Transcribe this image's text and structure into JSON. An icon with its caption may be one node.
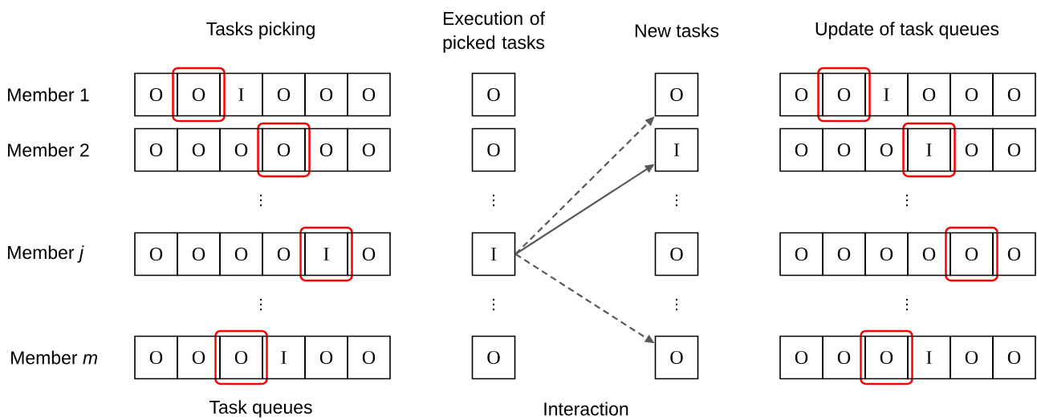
{
  "diagram": {
    "nodes": [
      {
        "text": [
          "O"
        ]
      },
      {
        "text": [
          "O"
        ]
      },
      {
        "text": [
          "I"
        ]
      },
      {
        "text": [
          "O"
        ]
      },
      {
        "text": [
          "O"
        ]
      },
      {
        "text": [
          "O"
        ]
      },
      {
        "text": [
          "O"
        ]
      },
      {
        "text": [
          "O"
        ]
      },
      {
        "text": [
          "O"
        ]
      },
      {
        "text": [
          "O"
        ]
      },
      {
        "text": [
          "I"
        ]
      },
      {
        "text": [
          "O"
        ]
      },
      {
        "text": [
          "O"
        ]
      },
      {
        "text": [
          "O"
        ]
      },
      {
        "text": [
          "O"
        ]
      },
      {
        "text": [
          "O"
        ]
      },
      {
        "text": [
          "O"
        ]
      },
      {
        "text": [
          "O"
        ]
      },
      {
        "text": [
          "O"
        ]
      },
      {
        "text": [
          "O"
        ]
      },
      {
        "text": [
          "O"
        ]
      },
      {
        "text": [
          "I"
        ]
      },
      {
        "text": [
          "O"
        ]
      },
      {
        "text": [
          "O"
        ]
      },
      {
        "text": [
          "O"
        ]
      },
      {
        "text": [
          "I"
        ]
      },
      {
        "text": [
          "O"
        ]
      },
      {
        "text": [
          "O"
        ]
      },
      {
        "text": [
          "O"
        ]
      },
      {
        "text": [
          "O"
        ]
      },
      {
        "text": [
          "O"
        ]
      },
      {
        "text": [
          "O"
        ]
      },
      {
        "text": [
          "I"
        ]
      },
      {
        "text": [
          "O"
        ]
      },
      {
        "text": [
          "I"
        ]
      },
      {
        "text": [
          "O"
        ]
      },
      {
        "text": [
          "O"
        ]
      },
      {
        "text": [
          "O"
        ]
      },
      {
        "text": [
          "O"
        ]
      },
      {
        "text": [
          "O"
        ]
      },
      {
        "text": [
          "O"
        ]
      },
      {
        "text": [
          "O"
        ]
      },
      {
        "text": [
          "O"
        ]
      },
      {
        "text": [
          "O"
        ]
      },
      {
        "text": [
          "O"
        ]
      },
      {
        "text": [
          "I"
        ]
      },
      {
        "text": [
          "O"
        ]
      },
      {
        "text": [
          "O"
        ]
      },
      {
        "text": [
          "O"
        ]
      },
      {
        "text": [
          "O"
        ]
      },
      {
        "text": [
          "O"
        ]
      },
      {
        "text": [
          "O"
        ]
      },
      {
        "text": [
          "O"
        ]
      },
      {
        "text": [
          "I"
        ]
      },
      {
        "text": [
          "O"
        ]
      },
      {
        "text": [
          "O"
        ]
      }
    ],
    "edges": [
      {
        "from": 34,
        "to": 7,
        "arrow": "to",
        "style": "dashed"
      },
      {
        "from": 34,
        "to": 21,
        "arrow": "to"
      },
      {
        "from": 34,
        "to": 49,
        "arrow": "to",
        "style": "dashed"
      }
    ],
    "labels": [
      "Tasks picking",
      "Execution of picked tasks",
      "New tasks",
      "Update of task queues",
      "Member 1",
      "Member 2",
      "⋮",
      "⋮",
      "⋮",
      "⋮",
      "Member *j*",
      "⋮",
      "⋮",
      "⋮",
      "⋮",
      "Member *m*",
      "Task queues",
      "Interaction"
    ]
  }
}
